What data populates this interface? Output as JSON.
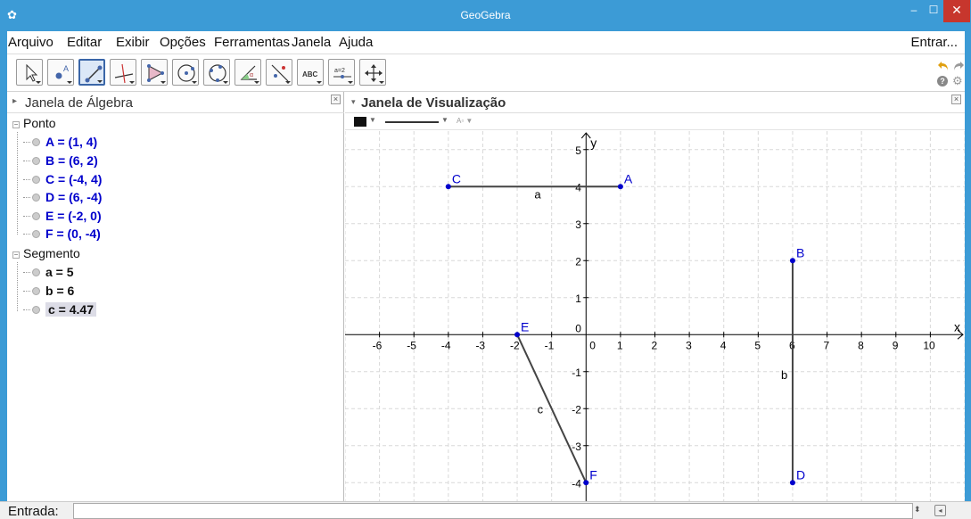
{
  "window": {
    "title": "GeoGebra",
    "minimize": "–",
    "maximize": "☐",
    "close": "✕"
  },
  "menu": {
    "items": [
      "Arquivo",
      "Editar",
      "Exibir",
      "Opções",
      "Ferramentas",
      "Janela",
      "Ajuda"
    ],
    "login": "Entrar..."
  },
  "toolbar": {
    "tools": [
      "move-tool",
      "point-tool",
      "segment-tool",
      "perpendicular-line-tool",
      "polygon-tool",
      "circle-tool",
      "ellipse-tool",
      "angle-tool",
      "reflect-tool",
      "text-tool",
      "slider-tool",
      "move-graphics-tool"
    ],
    "active": "segment-tool",
    "text_tool_label": "ABC",
    "slider_tool_label": "a=2"
  },
  "algebra": {
    "title": "Janela de Álgebra",
    "categories": [
      {
        "name": "Ponto",
        "entries": [
          "A = (1, 4)",
          "B = (6, 2)",
          "C = (-4, 4)",
          "D = (6, -4)",
          "E = (-2, 0)",
          "F = (0, -4)"
        ]
      },
      {
        "name": "Segmento",
        "entries": [
          "a = 5",
          "b = 6",
          "c = 4.47"
        ]
      }
    ],
    "selected_entry": "c = 4.47"
  },
  "graphics": {
    "title": "Janela de Visualização",
    "axes": {
      "x_label": "x",
      "y_label": "y",
      "x_range": [
        -7,
        11
      ],
      "y_range": [
        -4.5,
        5.5
      ]
    },
    "x_ticks": [
      "-6",
      "-5",
      "-4",
      "-3",
      "-2",
      "-1",
      "0",
      "1",
      "2",
      "3",
      "4",
      "5",
      "6",
      "7",
      "8",
      "9",
      "10"
    ],
    "y_ticks": [
      "-4",
      "-3",
      "-2",
      "-1",
      "1",
      "2",
      "3",
      "4",
      "5"
    ],
    "points": [
      {
        "name": "A",
        "x": 1,
        "y": 4
      },
      {
        "name": "B",
        "x": 6,
        "y": 2
      },
      {
        "name": "C",
        "x": -4,
        "y": 4
      },
      {
        "name": "D",
        "x": 6,
        "y": -4
      },
      {
        "name": "E",
        "x": -2,
        "y": 0
      },
      {
        "name": "F",
        "x": 0,
        "y": -4
      }
    ],
    "segments": [
      {
        "name": "a",
        "from": "C",
        "to": "A"
      },
      {
        "name": "b",
        "from": "B",
        "to": "D"
      },
      {
        "name": "c",
        "from": "E",
        "to": "F"
      }
    ],
    "colors": {
      "point": "#0000cc",
      "point_label": "#0000cc",
      "segment": "#444444",
      "grid": "#d8d8d8",
      "axis": "#000000"
    }
  },
  "inputbar": {
    "label": "Entrada:",
    "value": "",
    "placeholder": ""
  }
}
